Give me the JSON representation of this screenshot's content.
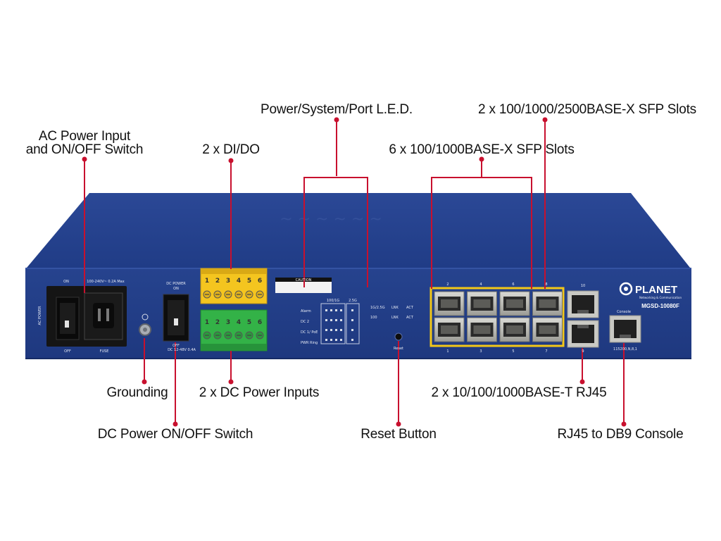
{
  "callouts": {
    "ac_power": [
      "AC Power Input",
      "and ON/OFF Switch"
    ],
    "di_do": "2 x DI/DO",
    "led": "Power/System/Port L.E.D.",
    "sfp6": "6 x 100/1000BASE-X SFP Slots",
    "sfp2": "2 x 100/1000/2500BASE-X SFP Slots",
    "grounding": "Grounding",
    "dc_inputs": "2 x DC Power Inputs",
    "dc_switch": "DC Power ON/OFF Switch",
    "reset": "Reset Button",
    "rj45": "2 x 10/100/1000BASE-T RJ45",
    "console": "RJ45 to DB9 Console"
  },
  "panel": {
    "brand": "PLANET",
    "brand_tagline": "Networking & Communication",
    "model": "MGSD-10080F",
    "ac_on": "ON",
    "ac_off": "OFF",
    "ac_rating": "100-240V~ 0.2A Max",
    "ac_fuse": "FUSE",
    "ac_side": "AC POWER",
    "dc_power": "DC POWER",
    "dc_on": "ON",
    "dc_off": "OFF",
    "dc_rating": "DC 12-48V 0.4A",
    "caution": "CAUTION",
    "led_names": [
      "Alarm",
      "DC 2",
      "DC 1/ PoE",
      "PWR Ring"
    ],
    "led_hdr_a": "100/1G",
    "led_hdr_b": "2.5G",
    "legend_a": "1G/2.5G",
    "legend_b": "100",
    "legend_link": "LNK",
    "legend_act": "ACT",
    "reset": "Reset",
    "sfp_top_nums": [
      "2",
      "4",
      "6",
      "8"
    ],
    "sfp_bot_nums": [
      "1",
      "3",
      "5",
      "7"
    ],
    "rj45_top_num": "10",
    "rj45_bot_num": "9",
    "console": "Console",
    "console_baud": "115200,N,8,1",
    "terminal_nums": [
      "1",
      "2",
      "3",
      "4",
      "5",
      "6"
    ]
  },
  "colors": {
    "panel": "#24408e",
    "accent_line": "#c8102e",
    "sfp_border": "#f2c718",
    "terminal_yellow": "#f4c51f",
    "terminal_green": "#33b247"
  }
}
